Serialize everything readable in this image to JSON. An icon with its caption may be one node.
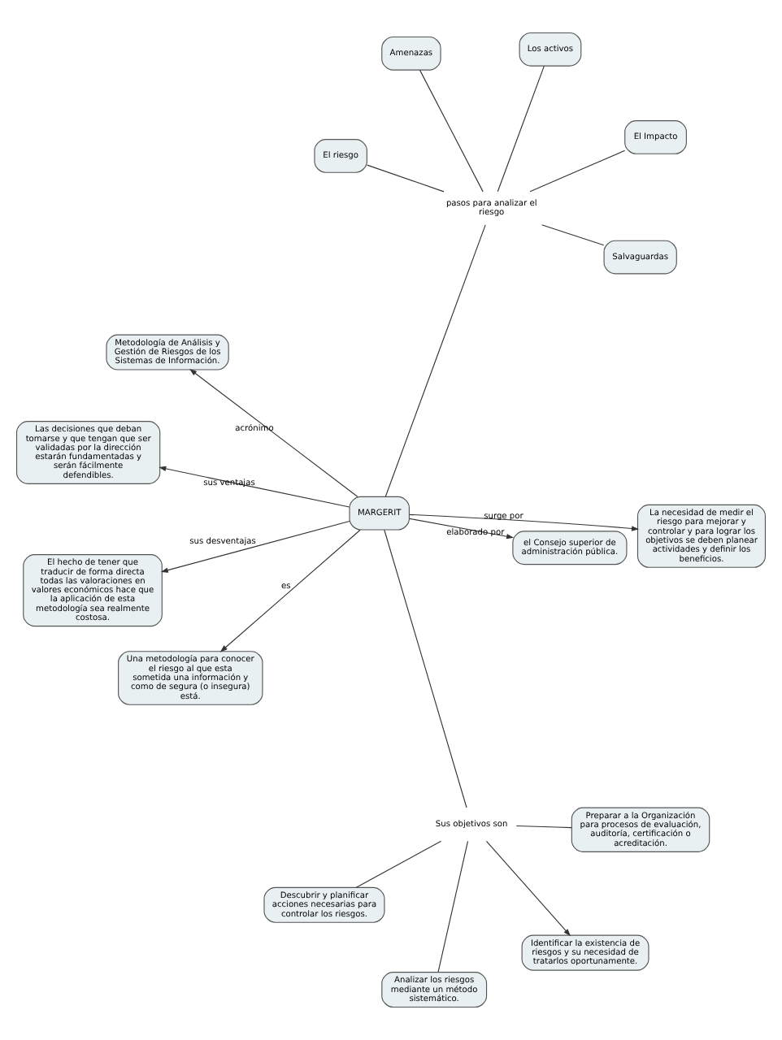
{
  "diagram": {
    "nodes": [
      {
        "text": [
          "MARGERIT"
        ]
      },
      {
        "text": [
          "La necesidad de medir el riesgo para mejorar y controlar y para lograr los objetivos se deben planear actividades y definir los beneficios."
        ]
      },
      {
        "text": [
          "Una metodología para conocer el riesgo al que esta sometida una información y como de segura (o insegura) está."
        ]
      },
      {
        "text": [
          "Metodología de Análisis y Gestión de Riesgos de los Sistemas de Información."
        ]
      },
      {
        "text": [
          "el Consejo superior de administración pública."
        ]
      },
      {
        "text": [
          "Las decisiones que deban tomarse y que tengan que ser validadas por la dirección estarán fundamentadas y serán fácilmente defendibles."
        ]
      },
      {
        "text": [
          "El hecho de tener que traducir de forma directa todas las valoraciones en valores económicos hace que la aplicación de esta metodología sea realmente costosa."
        ]
      },
      {
        "text": [
          "Sus objetivos son"
        ]
      },
      {
        "text": [
          "pasos para analizar el riesgo"
        ]
      },
      {
        "text": [
          "Identificar la existencia de riesgos y su necesidad de tratarlos oportunamente."
        ]
      },
      {
        "text": [
          "Analizar los riesgos mediante un método sistemático."
        ]
      },
      {
        "text": [
          "Descubrir y planificar acciones necesarias para controlar los riesgos."
        ]
      },
      {
        "text": [
          "Preparar a la Organización para procesos de evaluación, auditoría, certificación o acreditación."
        ]
      },
      {
        "text": [
          "Los activos"
        ]
      },
      {
        "text": [
          "Amenazas"
        ]
      },
      {
        "text": [
          "Salvaguardas"
        ]
      },
      {
        "text": [
          "El Impacto"
        ]
      },
      {
        "text": [
          "El riesgo"
        ]
      }
    ],
    "edges": [
      {
        "from": 0,
        "to": 1,
        "arrow": "to",
        "label": "surge por"
      },
      {
        "from": 0,
        "to": 2,
        "arrow": "to",
        "label": "es"
      },
      {
        "from": 0,
        "to": 3,
        "arrow": "to",
        "label": "acrónimo"
      },
      {
        "from": 0,
        "to": 4,
        "arrow": "to",
        "label": "elaborado por"
      },
      {
        "from": 0,
        "to": 5,
        "arrow": "to",
        "label": "sus ventajas"
      },
      {
        "from": 0,
        "to": 6,
        "arrow": "to",
        "label": "sus desventajas"
      },
      {
        "from": 0,
        "to": 7,
        "arrow": "none"
      },
      {
        "from": 0,
        "to": 8,
        "arrow": "none"
      },
      {
        "from": 7,
        "to": 9,
        "arrow": "to"
      },
      {
        "from": 7,
        "to": 10,
        "arrow": "none"
      },
      {
        "from": 7,
        "to": 11,
        "arrow": "none"
      },
      {
        "from": 7,
        "to": 12,
        "arrow": "none"
      },
      {
        "from": 8,
        "to": 13,
        "arrow": "none"
      },
      {
        "from": 8,
        "to": 14,
        "arrow": "none"
      },
      {
        "from": 8,
        "to": 15,
        "arrow": "none"
      },
      {
        "from": 8,
        "to": 16,
        "arrow": "none"
      },
      {
        "from": 8,
        "to": 17,
        "arrow": "none"
      }
    ]
  }
}
